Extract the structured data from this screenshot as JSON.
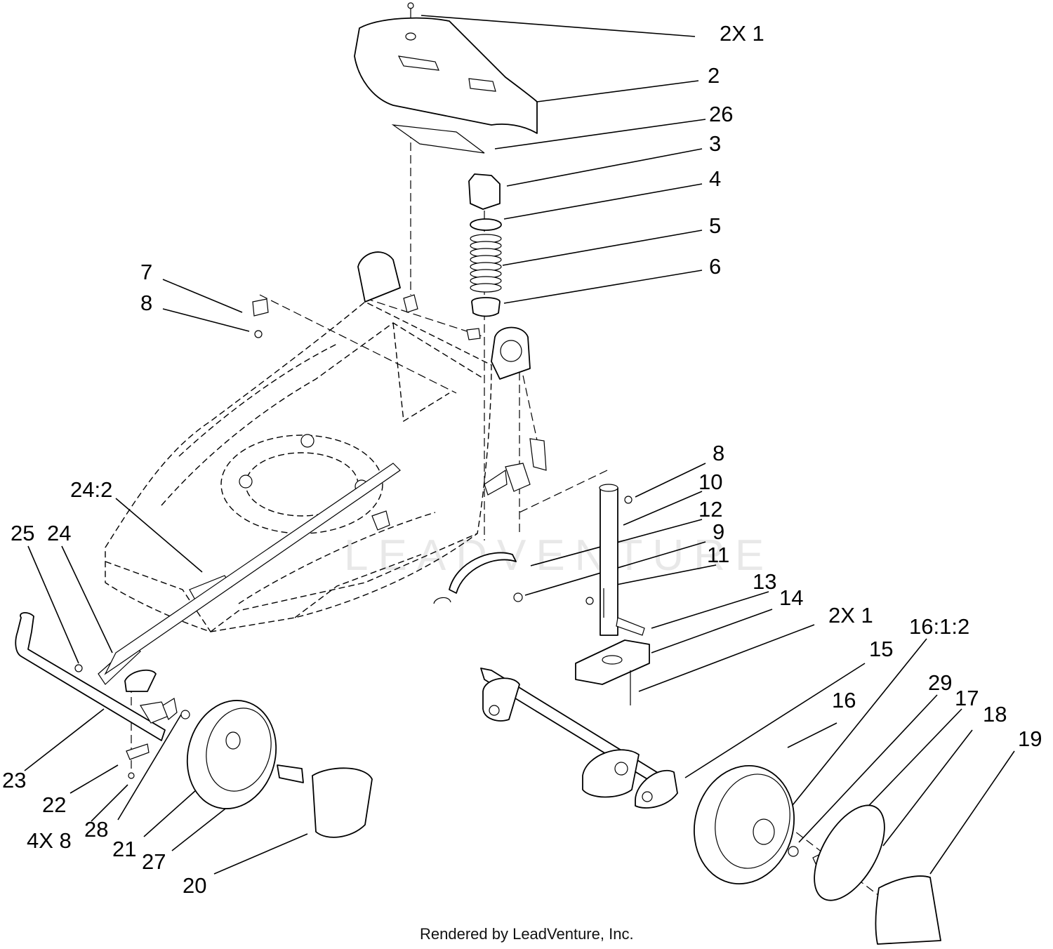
{
  "watermark": "LEADVENTURE",
  "footer": "Rendered by LeadVenture, Inc.",
  "callouts": [
    {
      "id": "c-1a",
      "text": "2X 1"
    },
    {
      "id": "c-2",
      "text": "2"
    },
    {
      "id": "c-26",
      "text": "26"
    },
    {
      "id": "c-3",
      "text": "3"
    },
    {
      "id": "c-4",
      "text": "4"
    },
    {
      "id": "c-5",
      "text": "5"
    },
    {
      "id": "c-6",
      "text": "6"
    },
    {
      "id": "c-7",
      "text": "7"
    },
    {
      "id": "c-8a",
      "text": "8"
    },
    {
      "id": "c-8b",
      "text": "8"
    },
    {
      "id": "c-10",
      "text": "10"
    },
    {
      "id": "c-12",
      "text": "12"
    },
    {
      "id": "c-9",
      "text": "9"
    },
    {
      "id": "c-11",
      "text": "11"
    },
    {
      "id": "c-13",
      "text": "13"
    },
    {
      "id": "c-14",
      "text": "14"
    },
    {
      "id": "c-1b",
      "text": "2X 1"
    },
    {
      "id": "c-16-1-2",
      "text": "16:1:2"
    },
    {
      "id": "c-15",
      "text": "15"
    },
    {
      "id": "c-29",
      "text": "29"
    },
    {
      "id": "c-17",
      "text": "17"
    },
    {
      "id": "c-16",
      "text": "16"
    },
    {
      "id": "c-18",
      "text": "18"
    },
    {
      "id": "c-19",
      "text": "19"
    },
    {
      "id": "c-24-2",
      "text": "24:2"
    },
    {
      "id": "c-25",
      "text": "25"
    },
    {
      "id": "c-24",
      "text": "24"
    },
    {
      "id": "c-23",
      "text": "23"
    },
    {
      "id": "c-22",
      "text": "22"
    },
    {
      "id": "c-4x8",
      "text": "4X 8"
    },
    {
      "id": "c-28",
      "text": "28"
    },
    {
      "id": "c-21",
      "text": "21"
    },
    {
      "id": "c-27",
      "text": "27"
    },
    {
      "id": "c-20",
      "text": "20"
    }
  ]
}
